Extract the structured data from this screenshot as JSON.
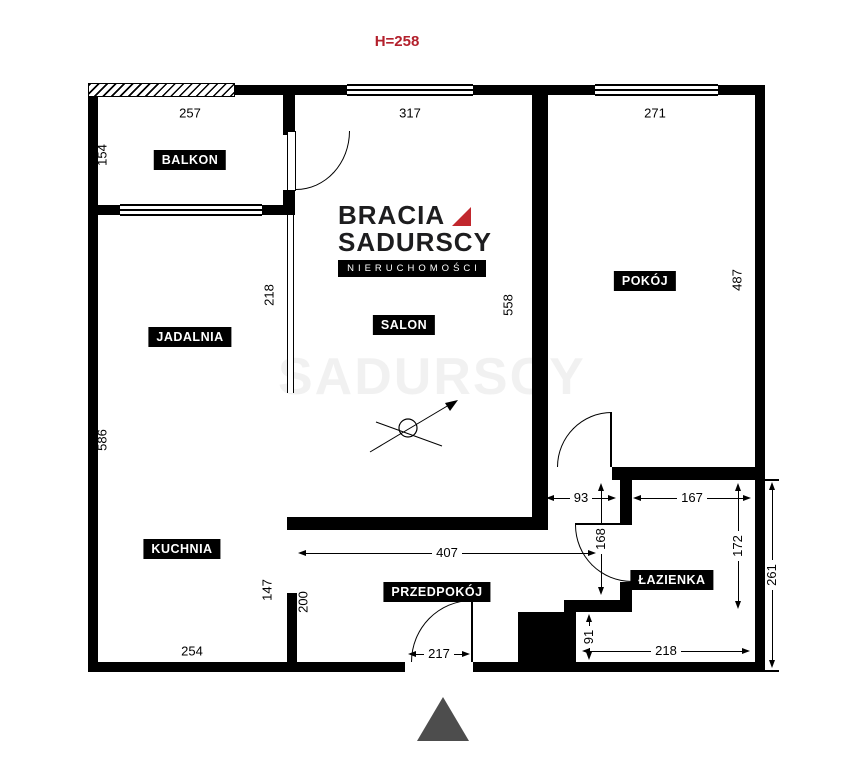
{
  "plan": {
    "height_label": "H=258"
  },
  "logo": {
    "brand_top": "BRACIA",
    "brand_bottom": "SADURSCY",
    "tagline": "NIERUCHOMOŚCI"
  },
  "rooms": {
    "balkon": "BALKON",
    "jadalnia": "JADALNIA",
    "salon": "SALON",
    "pokoj": "POKÓJ",
    "kuchnia": "KUCHNIA",
    "przedpokoj": "PRZEDPOKÓJ",
    "lazienka": "ŁAZIENKA"
  },
  "dimensions": {
    "balkon_width": "257",
    "salon_width": "317",
    "pokoj_width": "271",
    "balkon_depth": "154",
    "left_side_height": "586",
    "jadalnia_salon_wall": "218",
    "salon_height": "558",
    "pokoj_height": "487",
    "corridor_width": "93",
    "lazienka_width": "167",
    "corridor_height": "168",
    "lazienka_right_height": "172",
    "right_section_height": "261",
    "przedpokoj_width": "407",
    "kuchnia_wall_segment": "147",
    "przedpokoj_left_height": "200",
    "kuchnia_width": "254",
    "entrance_width": "217",
    "lazienka_lower_height": "91",
    "lazienka_lower_width": "218"
  },
  "colors": {
    "accent_red": "#C1272D",
    "wall": "#000000",
    "north_arrow_gray": "#4D4D4D",
    "dimension_text": "#000000"
  }
}
